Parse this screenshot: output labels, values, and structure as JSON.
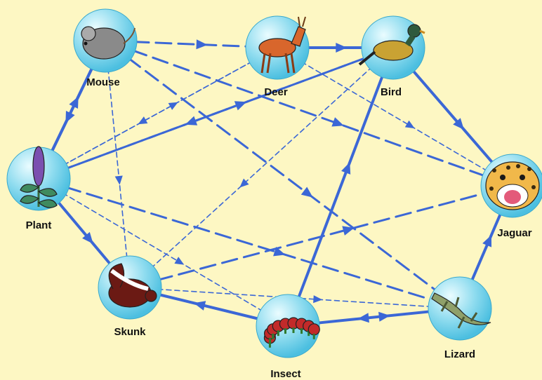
{
  "colors": {
    "background": "#fdf7c3",
    "edge": "#3b67d6",
    "node_fill": "#6fd0ea",
    "node_light": "#e9fbff"
  },
  "nodes": [
    {
      "id": "mouse",
      "label": "Mouse",
      "icon": "mouse-icon"
    },
    {
      "id": "deer",
      "label": "Deer",
      "icon": "deer-icon"
    },
    {
      "id": "bird",
      "label": "Bird",
      "icon": "bird-icon"
    },
    {
      "id": "plant",
      "label": "Plant",
      "icon": "plant-icon"
    },
    {
      "id": "jaguar",
      "label": "Jaguar",
      "icon": "jaguar-icon"
    },
    {
      "id": "skunk",
      "label": "Skunk",
      "icon": "skunk-icon"
    },
    {
      "id": "insect",
      "label": "Insect",
      "icon": "insect-icon"
    },
    {
      "id": "lizard",
      "label": "Lizard",
      "icon": "lizard-icon"
    }
  ],
  "edges": [
    {
      "from": "plant",
      "to": "mouse",
      "style": "solid"
    },
    {
      "from": "plant",
      "to": "deer",
      "style": "dashed"
    },
    {
      "from": "plant",
      "to": "bird",
      "style": "long-dashed"
    },
    {
      "from": "plant",
      "to": "skunk",
      "style": "solid"
    },
    {
      "from": "plant",
      "to": "insect",
      "style": "dashed"
    },
    {
      "from": "plant",
      "to": "lizard",
      "style": "long-dashed"
    },
    {
      "from": "mouse",
      "to": "deer",
      "style": "long-dashed"
    },
    {
      "from": "mouse",
      "to": "jaguar",
      "style": "long-dashed"
    },
    {
      "from": "mouse",
      "to": "lizard",
      "style": "long-dashed"
    },
    {
      "from": "mouse",
      "to": "plant",
      "style": "solid"
    },
    {
      "from": "mouse",
      "to": "skunk",
      "style": "dashed"
    },
    {
      "from": "deer",
      "to": "bird",
      "style": "solid"
    },
    {
      "from": "deer",
      "to": "plant",
      "style": "dashed"
    },
    {
      "from": "bird",
      "to": "jaguar",
      "style": "solid"
    },
    {
      "from": "bird",
      "to": "plant",
      "style": "long-dashed"
    },
    {
      "from": "bird",
      "to": "skunk",
      "style": "dashed"
    },
    {
      "from": "deer",
      "to": "jaguar",
      "style": "dashed"
    },
    {
      "from": "skunk",
      "to": "jaguar",
      "style": "long-dashed"
    },
    {
      "from": "skunk",
      "to": "lizard",
      "style": "dashed"
    },
    {
      "from": "insect",
      "to": "skunk",
      "style": "solid"
    },
    {
      "from": "insect",
      "to": "bird",
      "style": "solid"
    },
    {
      "from": "insect",
      "to": "lizard",
      "style": "solid"
    },
    {
      "from": "lizard",
      "to": "insect",
      "style": "long-dashed"
    },
    {
      "from": "lizard",
      "to": "jaguar",
      "style": "solid"
    }
  ]
}
